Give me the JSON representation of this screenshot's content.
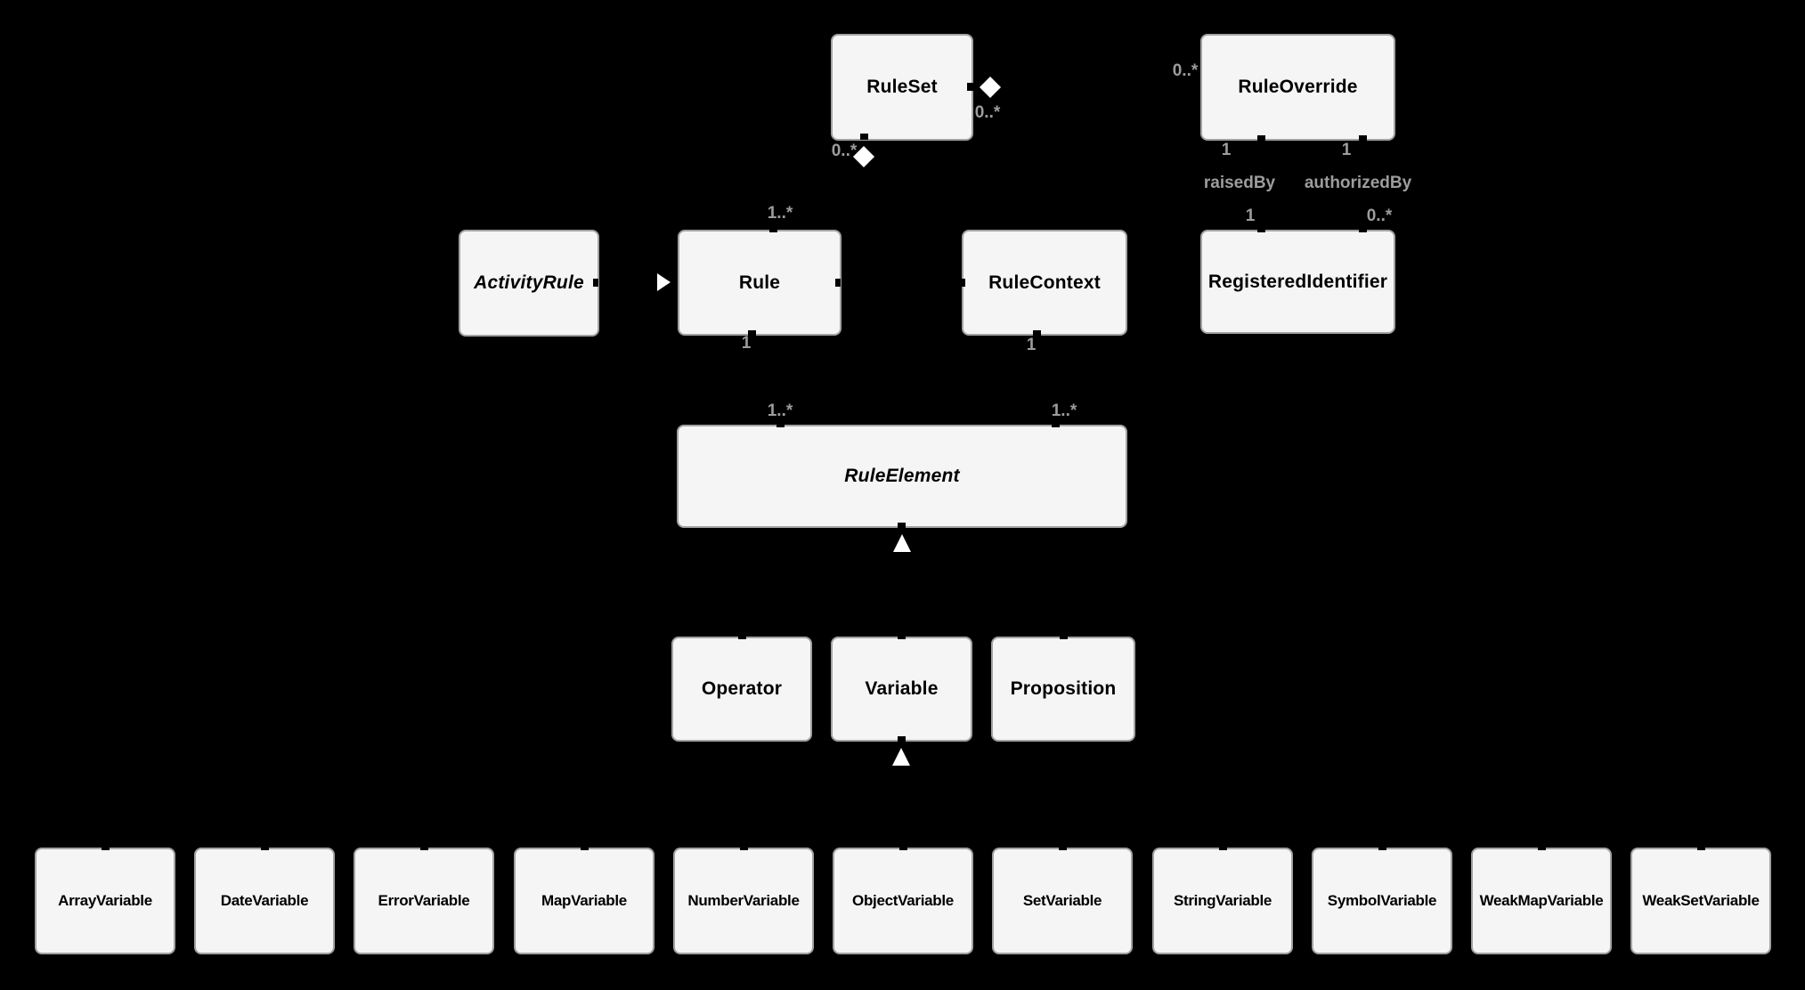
{
  "colors": {
    "background": "#000000",
    "node_fill": "#f5f5f5",
    "node_border": "#a2a2a2",
    "node_text": "#000000",
    "edge_label_text": "#9d9d9f",
    "connector_shape": "#ffffff"
  },
  "classes": {
    "ruleset": "RuleSet",
    "ruleoverride": "RuleOverride",
    "activityrule": "ActivityRule",
    "rule": "Rule",
    "rulecontext": "RuleContext",
    "registeredidentifier": "RegisteredIdentifier",
    "ruleelement": "RuleElement",
    "operator": "Operator",
    "variable": "Variable",
    "proposition": "Proposition"
  },
  "abstract_classes": [
    "ActivityRule",
    "RuleElement"
  ],
  "variable_subclasses": [
    "ArrayVariable",
    "DateVariable",
    "ErrorVariable",
    "MapVariable",
    "NumberVariable",
    "ObjectVariable",
    "SetVariable",
    "StringVariable",
    "SymbolVariable",
    "WeakMapVariable",
    "WeakSetVariable"
  ],
  "multiplicities": {
    "ruleset_to_override_source": "0..*",
    "ruleset_to_override_target": "0..*",
    "ruleset_to_rule_source": "0..*",
    "ruleset_to_rule_target": "1..*",
    "override_raisedby_source": "1",
    "override_raisedby_target": "1",
    "override_authorizedby_source": "1",
    "override_authorizedby_target": "0..*",
    "rule_to_element_source": "1",
    "rule_to_element_target": "1..*",
    "context_to_element_source": "1",
    "context_to_element_target": "1..*"
  },
  "association_names": {
    "raisedby": "raisedBy",
    "authorizedby": "authorizedBy"
  }
}
